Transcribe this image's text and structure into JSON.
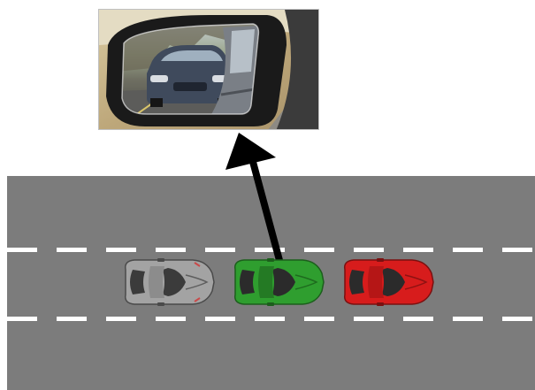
{
  "scene": {
    "road_color": "#7c7c7c",
    "lane_line_color": "#ffffff",
    "lane_lines": 2
  },
  "mirror_view": {
    "description_icon": "side-mirror-reflection-photo",
    "reflected_vehicle_color": "#3f4a5c"
  },
  "arrow": {
    "color": "#000000",
    "direction": "from-green-car-to-mirror"
  },
  "cars": [
    {
      "id": "gray",
      "color": "#9a9a9a",
      "role": "behind"
    },
    {
      "id": "green",
      "color": "#2f9e2f",
      "role": "ego"
    },
    {
      "id": "red",
      "color": "#d71c1c",
      "role": "ahead"
    }
  ]
}
